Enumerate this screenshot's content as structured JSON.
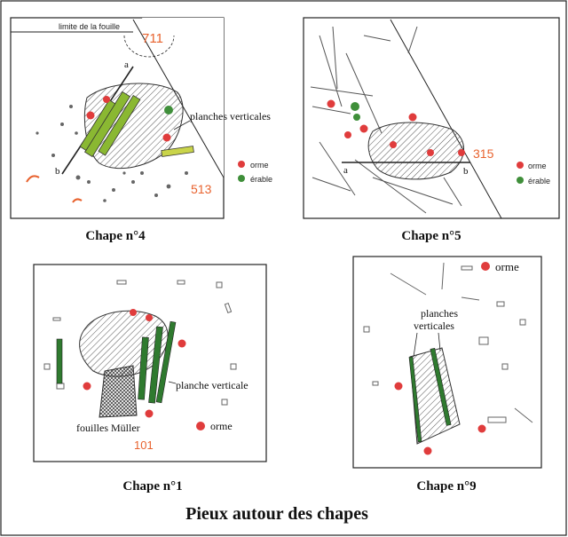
{
  "figure": {
    "title": "Pieux autour des chapes",
    "colors": {
      "orme": "#e03c3c",
      "erable": "#3f8f3a",
      "green_plank": "#8ab832",
      "dark_green_plank": "#2f7a2f",
      "number": "#e8622e",
      "hatch": "#555555"
    },
    "panels": {
      "p4": {
        "caption": "Chape n°4",
        "fence_label": "limite de la fouille",
        "num_a": "711",
        "num_b": "513",
        "planks_label": "planches verticales",
        "letter_a": "a",
        "letter_b": "b",
        "legend_orme": "orme",
        "legend_erable": "érable"
      },
      "p5": {
        "caption": "Chape n°5",
        "num_a": "315",
        "letter_a": "a",
        "letter_b": "b",
        "legend_orme": "orme",
        "legend_erable": "érable"
      },
      "p1": {
        "caption": "Chape n°1",
        "plank_label": "planche verticale",
        "muller_label": "fouilles Müller",
        "legend_orme": "orme",
        "num_a": "101"
      },
      "p9": {
        "caption": "Chape n°9",
        "legend_orme": "orme",
        "planks_label_1": "planches",
        "planks_label_2": "verticales"
      }
    }
  }
}
